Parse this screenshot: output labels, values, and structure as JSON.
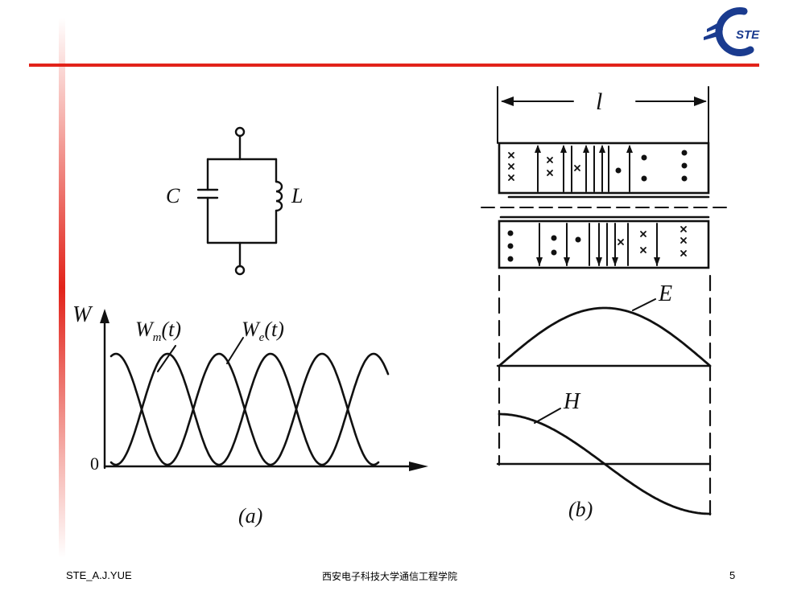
{
  "colors": {
    "accent": "#e2231a",
    "ink": "#111111"
  },
  "logo": {
    "text": "STE",
    "icon": "ste-logo-icon"
  },
  "footer": {
    "left": "STE_A.J.YUE",
    "center": "西安电子科技大学通信工程学院",
    "page": "5"
  },
  "fig_a": {
    "capacitor_label": "C",
    "inductor_label": "L",
    "y_axis_label": "W",
    "origin_label": "0",
    "curve_m_main": "W",
    "curve_m_sub": "m",
    "curve_m_arg": "(t)",
    "curve_e_main": "W",
    "curve_e_sub": "e",
    "curve_e_arg": "(t)",
    "caption": "(a)"
  },
  "fig_b": {
    "length_label": "l",
    "e_label": "E",
    "h_label": "H",
    "caption": "(b)"
  }
}
